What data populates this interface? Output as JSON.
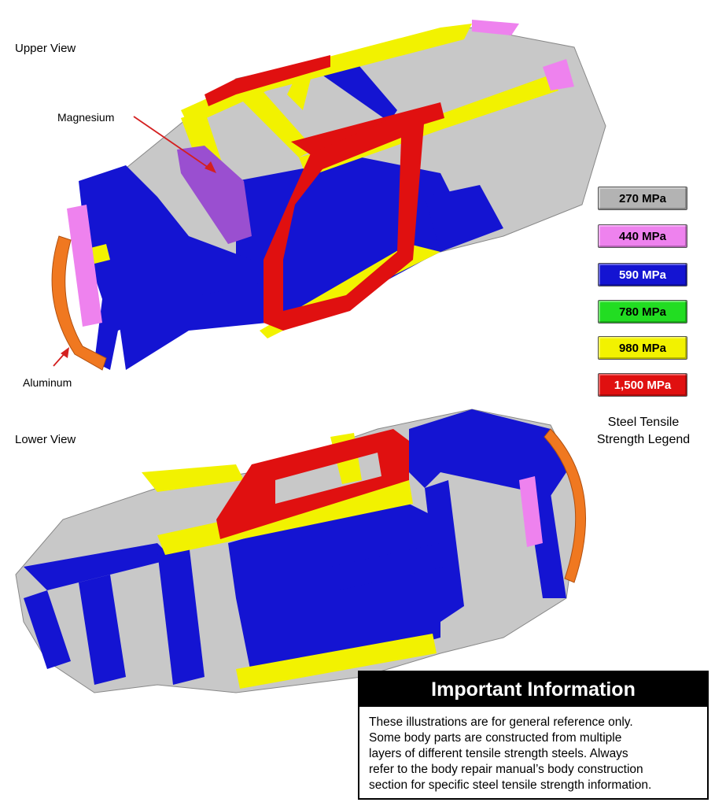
{
  "views": {
    "upper_label": "Upper View",
    "lower_label": "Lower View"
  },
  "callouts": {
    "magnesium": "Magnesium",
    "aluminum": "Aluminum"
  },
  "legend": {
    "title_line1": "Steel Tensile",
    "title_line2": "Strength Legend",
    "items": [
      {
        "label": "270 MPa",
        "color": "#b3b3b3",
        "text_color": "#000000"
      },
      {
        "label": "440 MPa",
        "color": "#ee82ee",
        "text_color": "#000000"
      },
      {
        "label": "590 MPa",
        "color": "#1414d2",
        "text_color": "#ffffff"
      },
      {
        "label": "780 MPa",
        "color": "#22dd22",
        "text_color": "#000000"
      },
      {
        "label": "980 MPa",
        "color": "#f2f200",
        "text_color": "#000000"
      },
      {
        "label": "1,500 MPa",
        "color": "#e01010",
        "text_color": "#ffffff"
      }
    ]
  },
  "materials": {
    "aluminum_color": "#f07820",
    "magnesium_color": "#9a4fd0",
    "arrow_color": "#d42020"
  },
  "info": {
    "title": "Important Information",
    "lines": [
      "These illustrations are for general reference only.",
      "Some body parts are constructed from multiple",
      "layers of different tensile strength steels. Always",
      "refer to the body repair manual’s body construction",
      "section for specific steel tensile strength information."
    ]
  }
}
